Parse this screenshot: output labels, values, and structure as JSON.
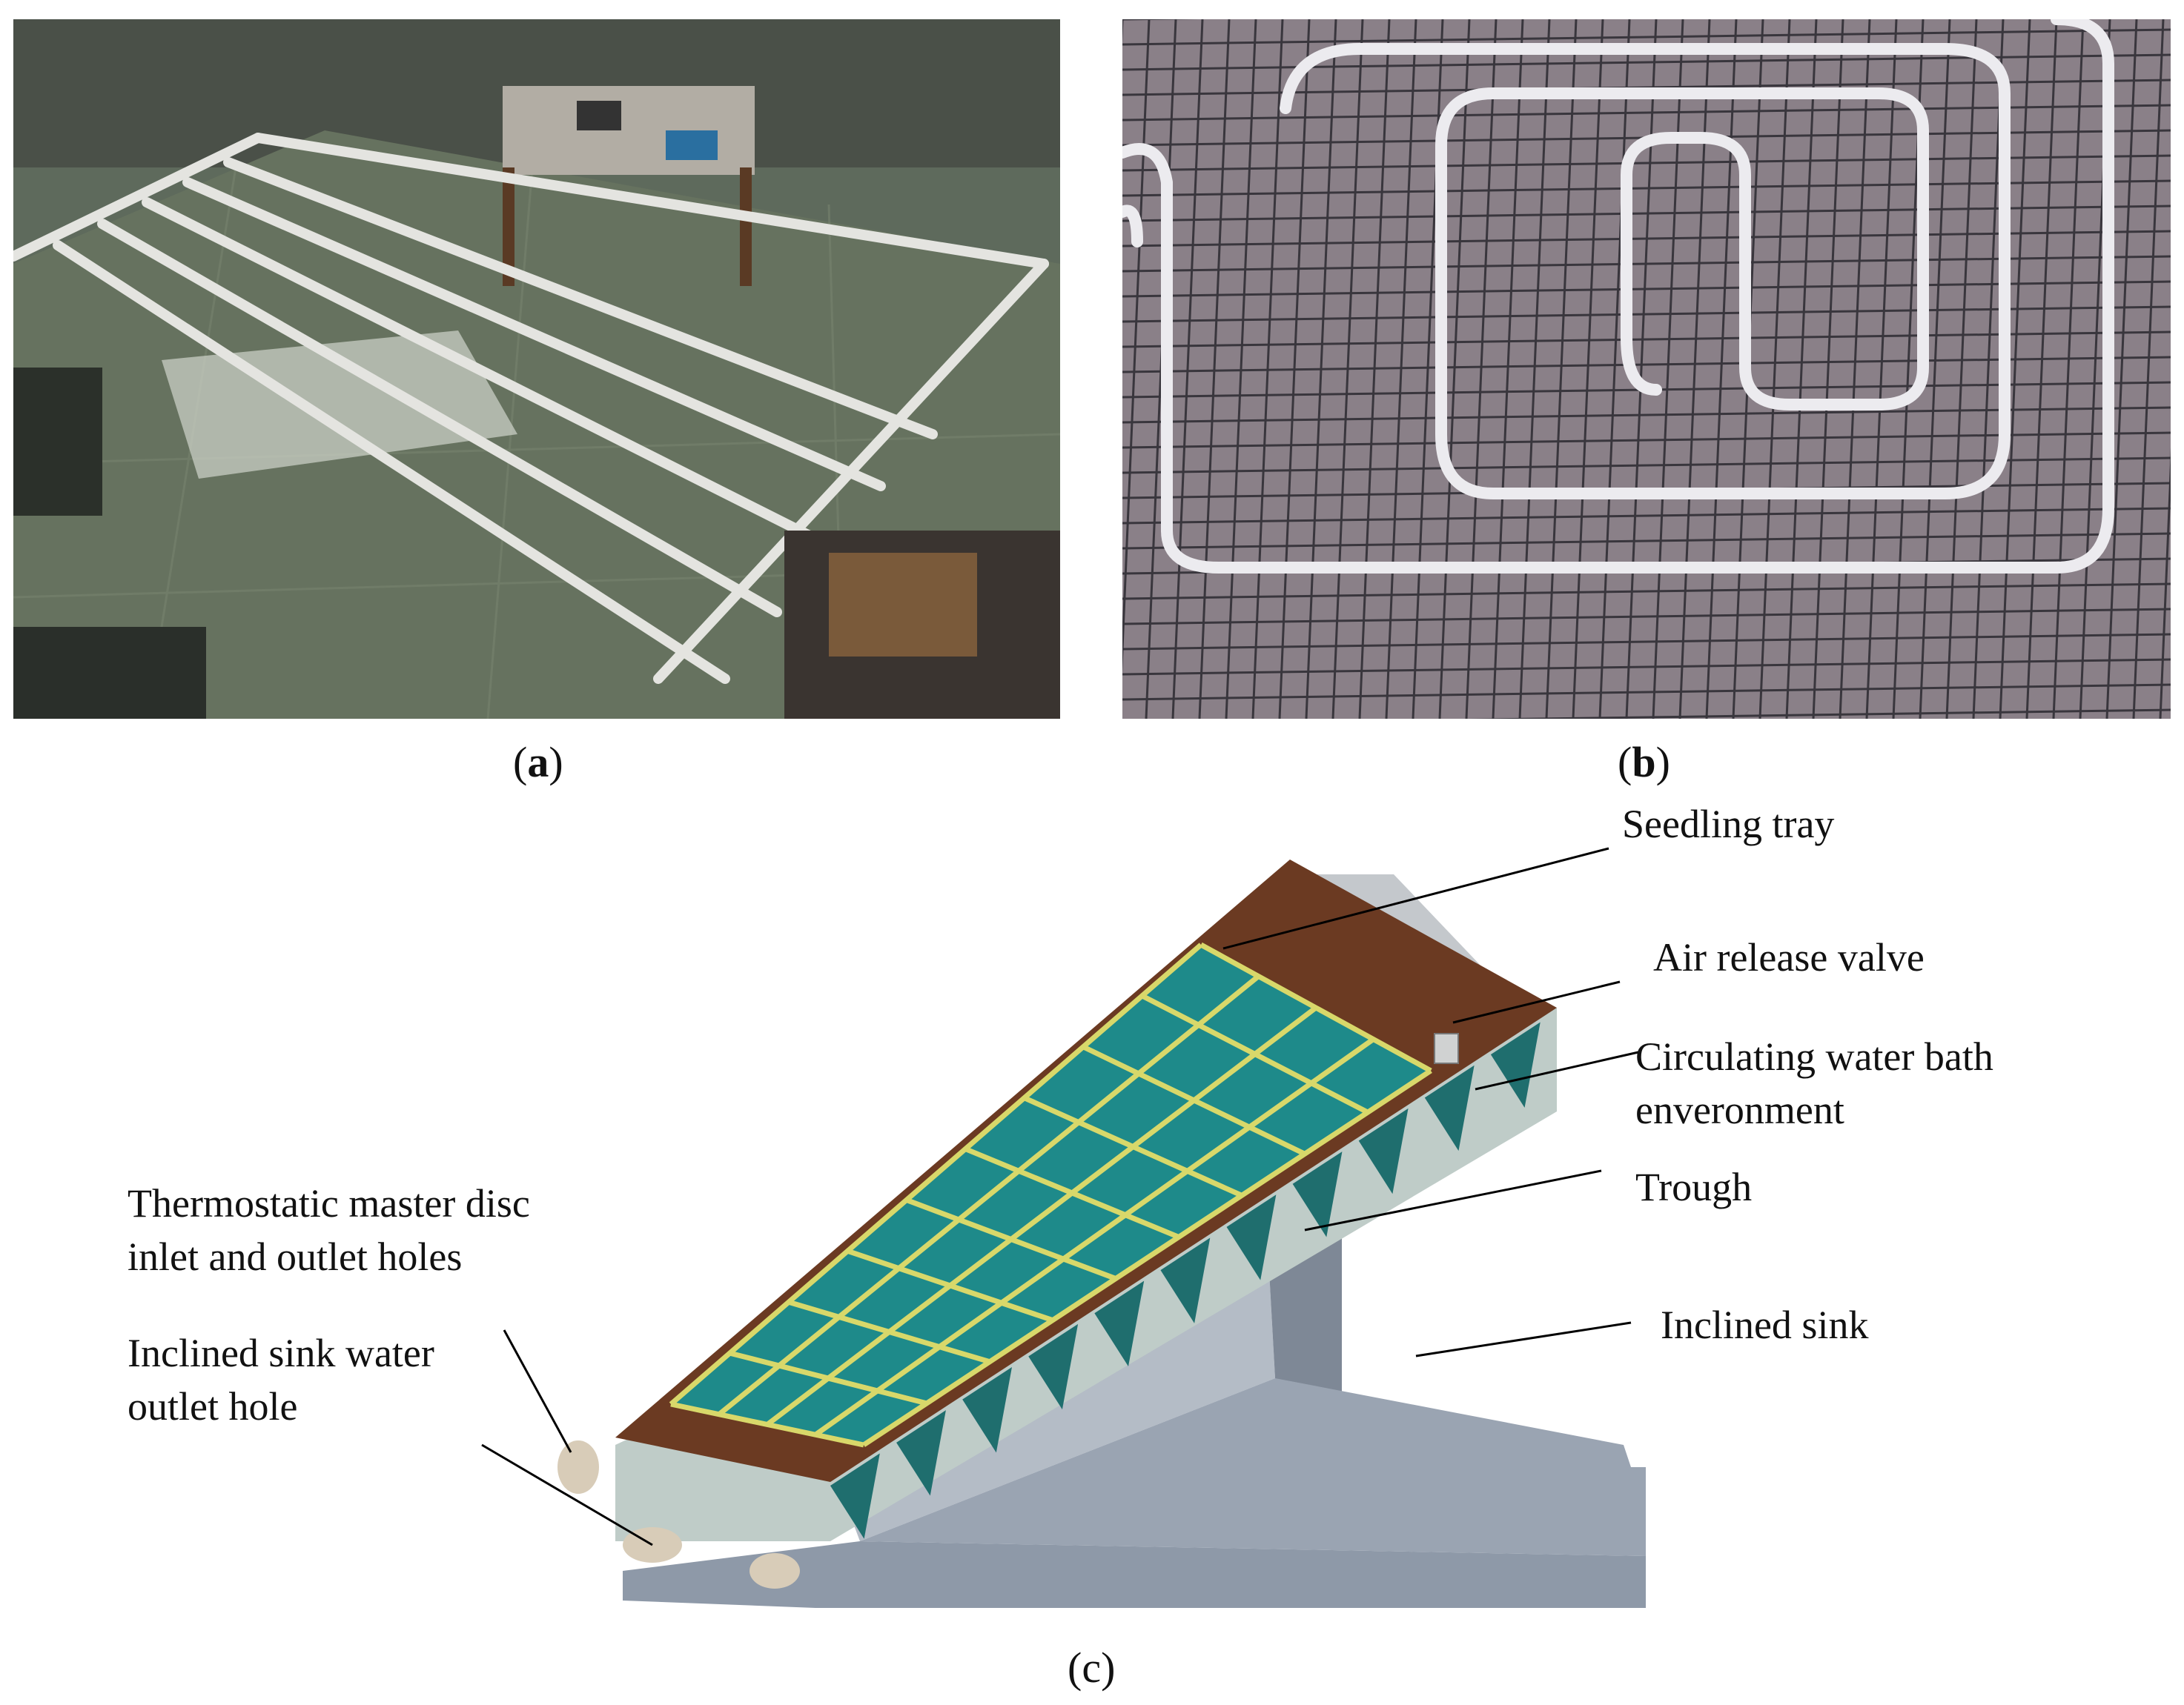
{
  "figure": {
    "panels": [
      {
        "id": "a",
        "caption_open": "(",
        "caption_letter": "a",
        "caption_close": ")"
      },
      {
        "id": "b",
        "caption_open": "(",
        "caption_letter": "b",
        "caption_close": ")"
      },
      {
        "id": "c",
        "caption_open": "(",
        "caption_letter": "c",
        "caption_close": ")"
      }
    ],
    "diagram_labels": {
      "seedling_tray": "Seedling tray",
      "air_release_valve": "Air release valve",
      "circulating_water_bath_line1": "Circulating water bath",
      "circulating_water_bath_line2": "enveronment",
      "trough": "Trough",
      "inclined_sink": "Inclined sink",
      "thermostatic_line1": "Thermostatic master disc",
      "thermostatic_line2": "inlet and outlet holes",
      "sink_outlet_line1": "Inclined sink water",
      "sink_outlet_line2": "outlet hole"
    }
  },
  "colors": {
    "tray_cell": "#1e8a8a",
    "tray_grid": "#d8d86a",
    "tray_end": "#6b3a22",
    "trough": "#1f6e6e",
    "sink": "#8e99a8",
    "floor_a": "#5e6a5c",
    "floor_b": "#8a8088"
  }
}
